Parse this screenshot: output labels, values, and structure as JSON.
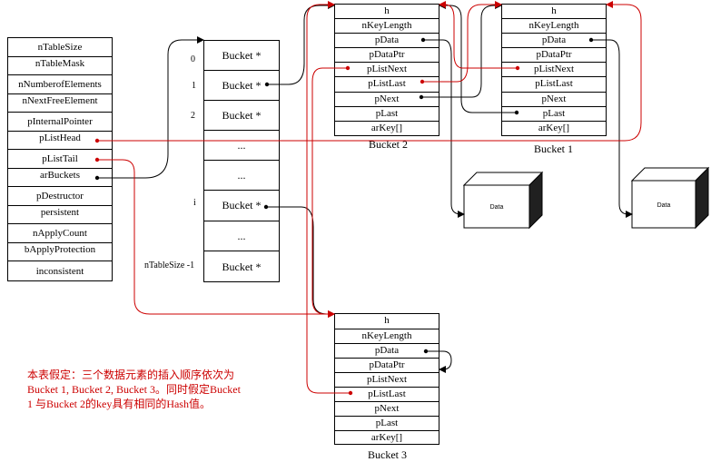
{
  "hashtable": {
    "fields": [
      "nTableSize",
      "nTableMask",
      "nNumberofElements",
      "nNextFreeElement",
      "pInternalPointer",
      "pListHead",
      "pListTail",
      "arBuckets",
      "pDestructor",
      "persistent",
      "nApplyCount",
      "bApplyProtection",
      "inconsistent"
    ]
  },
  "arbuckets": {
    "cells": [
      "Bucket *",
      "Bucket *",
      "Bucket *",
      "...",
      "...",
      "Bucket *",
      "...",
      "Bucket *"
    ],
    "indices": [
      "0",
      "1",
      "2",
      "i",
      "nTableSize -1"
    ]
  },
  "bucket_fields": [
    "h",
    "nKeyLength",
    "pData",
    "pDataPtr",
    "pListNext",
    "pListLast",
    "pNext",
    "pLast",
    "arKey[]"
  ],
  "buckets": {
    "b2": {
      "caption": "Bucket 2"
    },
    "b1": {
      "caption": "Bucket 1"
    },
    "b3": {
      "caption": "Bucket 3"
    }
  },
  "data_label": "Data",
  "note": {
    "lines": [
      "本表假定：三个数据元素的插入顺序依次为",
      "Bucket 1, Bucket 2, Bucket 3。同时假定Bucket",
      "1 与Bucket 2的key具有相同的Hash值。"
    ]
  },
  "colors": {
    "red": "#cc0000",
    "black": "#000000"
  }
}
